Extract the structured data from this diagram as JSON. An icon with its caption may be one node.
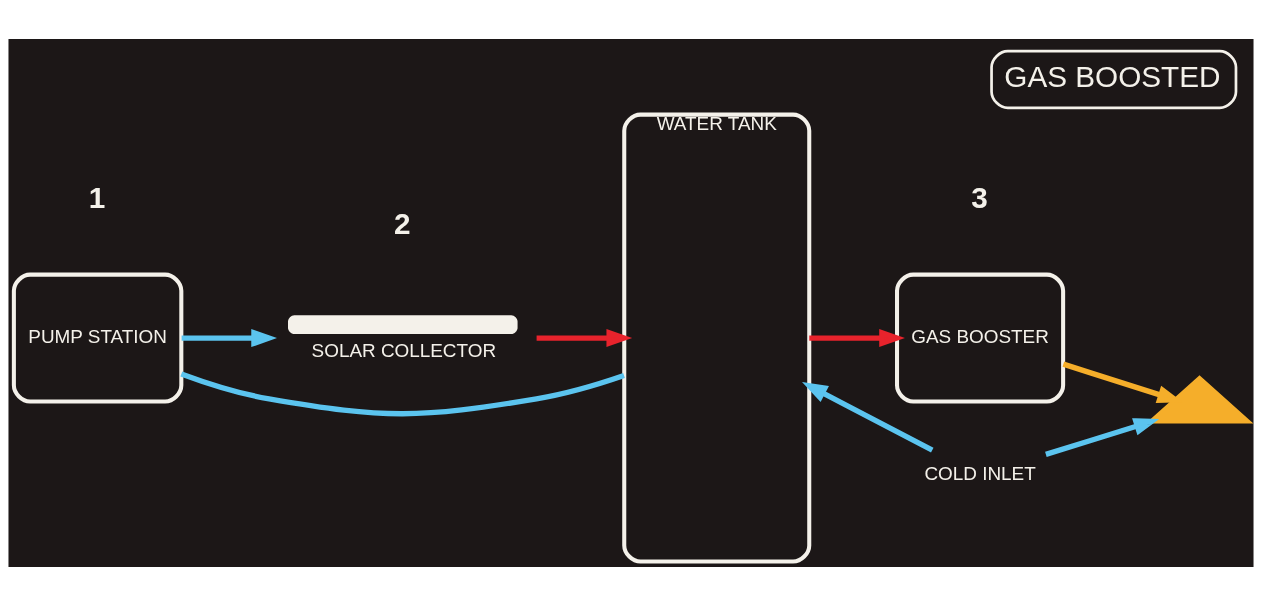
{
  "diagram": {
    "title": "GAS BOOSTED",
    "nodes": [
      {
        "text": [
          "SOLAR COLLECTOR"
        ]
      },
      {
        "text": [
          "PUMP STATION"
        ]
      },
      {
        "text": [
          "WATER TANK"
        ]
      },
      {
        "text": [
          "GAS BOOSTER"
        ]
      },
      {
        "text": [],
        "shape": "picture"
      },
      {
        "text": [
          "COLD INLET"
        ]
      }
    ],
    "edges": [
      {
        "from": 2,
        "to": 1,
        "arrow": "none",
        "color": "#5bc4ef"
      },
      {
        "from": 1,
        "to": 0,
        "arrow": "to",
        "color": "#5bc4ef"
      },
      {
        "from": 0,
        "to": 2,
        "arrow": "to",
        "color": "#e8232c"
      },
      {
        "from": 2,
        "to": 3,
        "arrow": "to",
        "color": "#e8232c"
      },
      {
        "from": 3,
        "to": 4,
        "arrow": "to",
        "color": "#f5ae2a"
      },
      {
        "from": 5,
        "to": 4,
        "arrow": "to",
        "color": "#5bc4ef"
      },
      {
        "from": 5,
        "to": 2,
        "arrow": "to",
        "color": "#5bc4ef"
      }
    ],
    "labels": [
      "2",
      "3",
      "1"
    ]
  }
}
